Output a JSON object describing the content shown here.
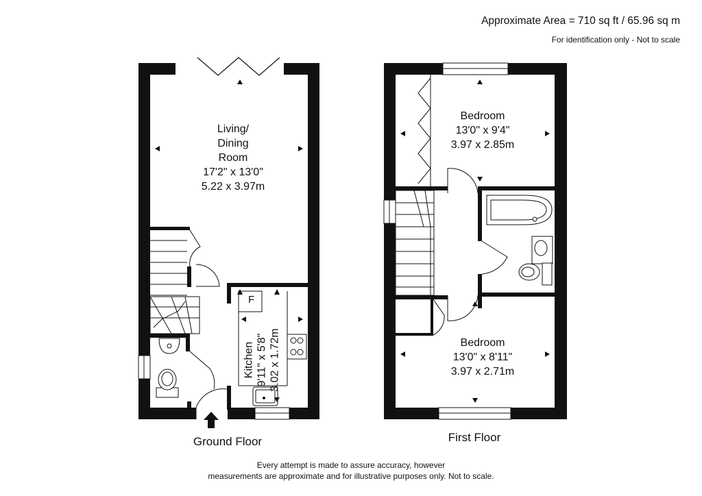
{
  "header": {
    "area": "Approximate Area = 710 sq ft / 65.96 sq m",
    "note": "For identification only - Not to scale"
  },
  "ground_floor": {
    "label": "Ground Floor",
    "living": {
      "name_line1": "Living/",
      "name_line2": "Dining",
      "name_line3": "Room",
      "imperial": "17'2\" x 13'0\"",
      "metric": "5.22 x 3.97m"
    },
    "kitchen": {
      "name": "Kitchen",
      "imperial": "9'11\" x 5'8\"",
      "metric": "3.02 x 1.72m",
      "fridge": "F"
    }
  },
  "first_floor": {
    "label": "First Floor",
    "bedroom1": {
      "name": "Bedroom",
      "imperial": "13'0\" x 9'4\"",
      "metric": "3.97 x 2.85m"
    },
    "bedroom2": {
      "name": "Bedroom",
      "imperial": "13'0\" x 8'11\"",
      "metric": "3.97 x 2.71m"
    }
  },
  "footer": {
    "line1": "Every attempt is made to assure accuracy, however",
    "line2": "measurements are approximate and for illustrative purposes only. Not to scale."
  }
}
